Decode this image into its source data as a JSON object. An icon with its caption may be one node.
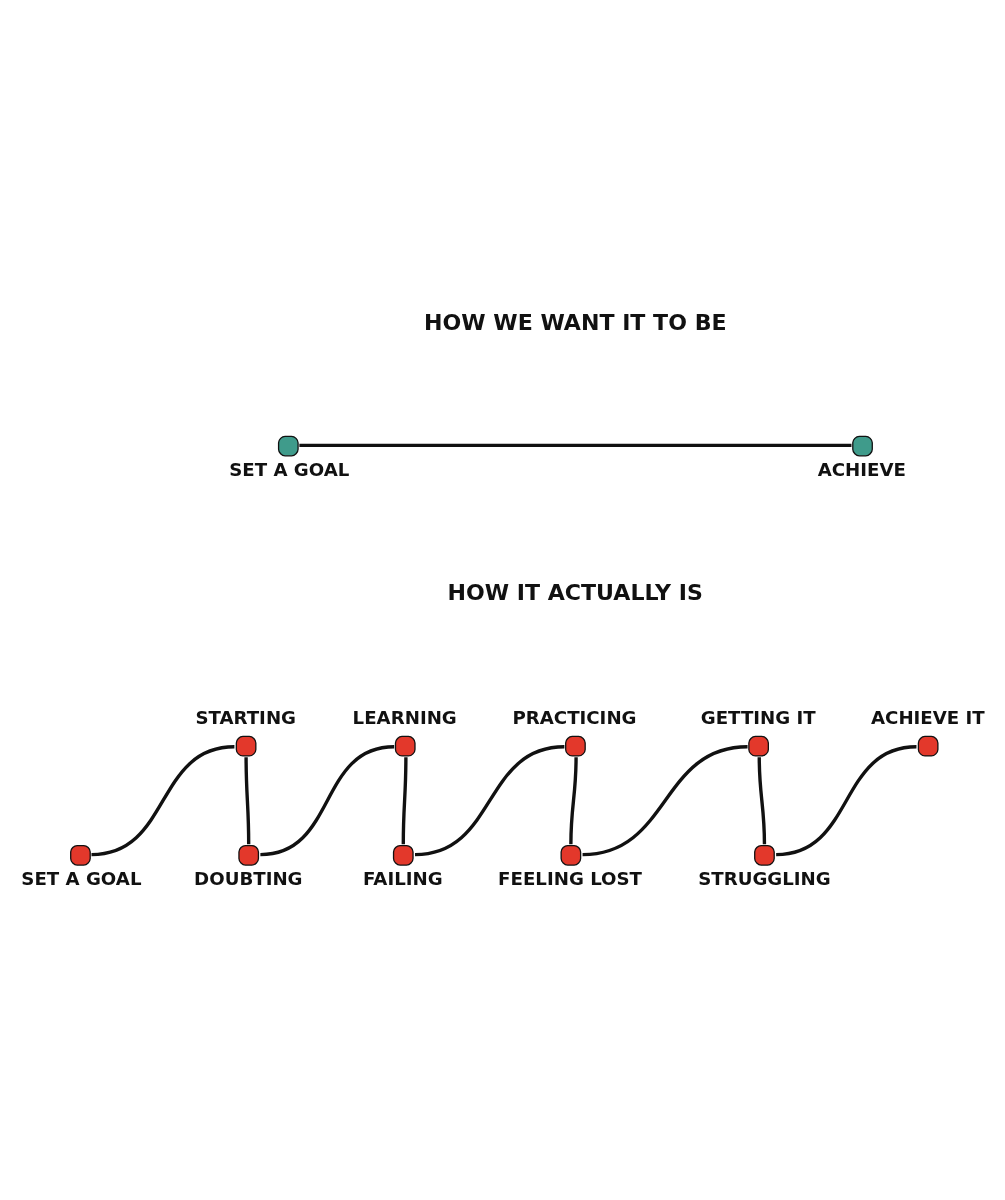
{
  "diagram": {
    "nodes": [
      {
        "text": [
          "SET A GOAL"
        ]
      },
      {
        "text": [
          "ACHIEVE"
        ]
      },
      {
        "text": [
          "SET A GOAL"
        ]
      },
      {
        "text": [
          "STARTING"
        ]
      },
      {
        "text": [
          "DOUBTING"
        ]
      },
      {
        "text": [
          "LEARNING"
        ]
      },
      {
        "text": [
          "FAILING"
        ]
      },
      {
        "text": [
          "PRACTICING"
        ]
      },
      {
        "text": [
          "FEELING LOST"
        ]
      },
      {
        "text": [
          "GETTING IT"
        ]
      },
      {
        "text": [
          "STRUGGLING"
        ]
      },
      {
        "text": [
          "ACHIEVE IT"
        ]
      }
    ],
    "edges": [
      {
        "from": 0,
        "to": 1,
        "arrow": "none"
      },
      {
        "from": 2,
        "to": 3,
        "arrow": "none"
      },
      {
        "from": 3,
        "to": 4,
        "arrow": "none"
      },
      {
        "from": 4,
        "to": 5,
        "arrow": "none"
      },
      {
        "from": 5,
        "to": 6,
        "arrow": "none"
      },
      {
        "from": 6,
        "to": 7,
        "arrow": "none"
      },
      {
        "from": 7,
        "to": 8,
        "arrow": "none"
      },
      {
        "from": 8,
        "to": 9,
        "arrow": "none"
      },
      {
        "from": 9,
        "to": 10,
        "arrow": "none"
      },
      {
        "from": 10,
        "to": 11,
        "arrow": "none"
      }
    ],
    "labels": [
      "HOW WE WANT IT TO BE",
      "HOW IT ACTUALLY IS"
    ]
  }
}
